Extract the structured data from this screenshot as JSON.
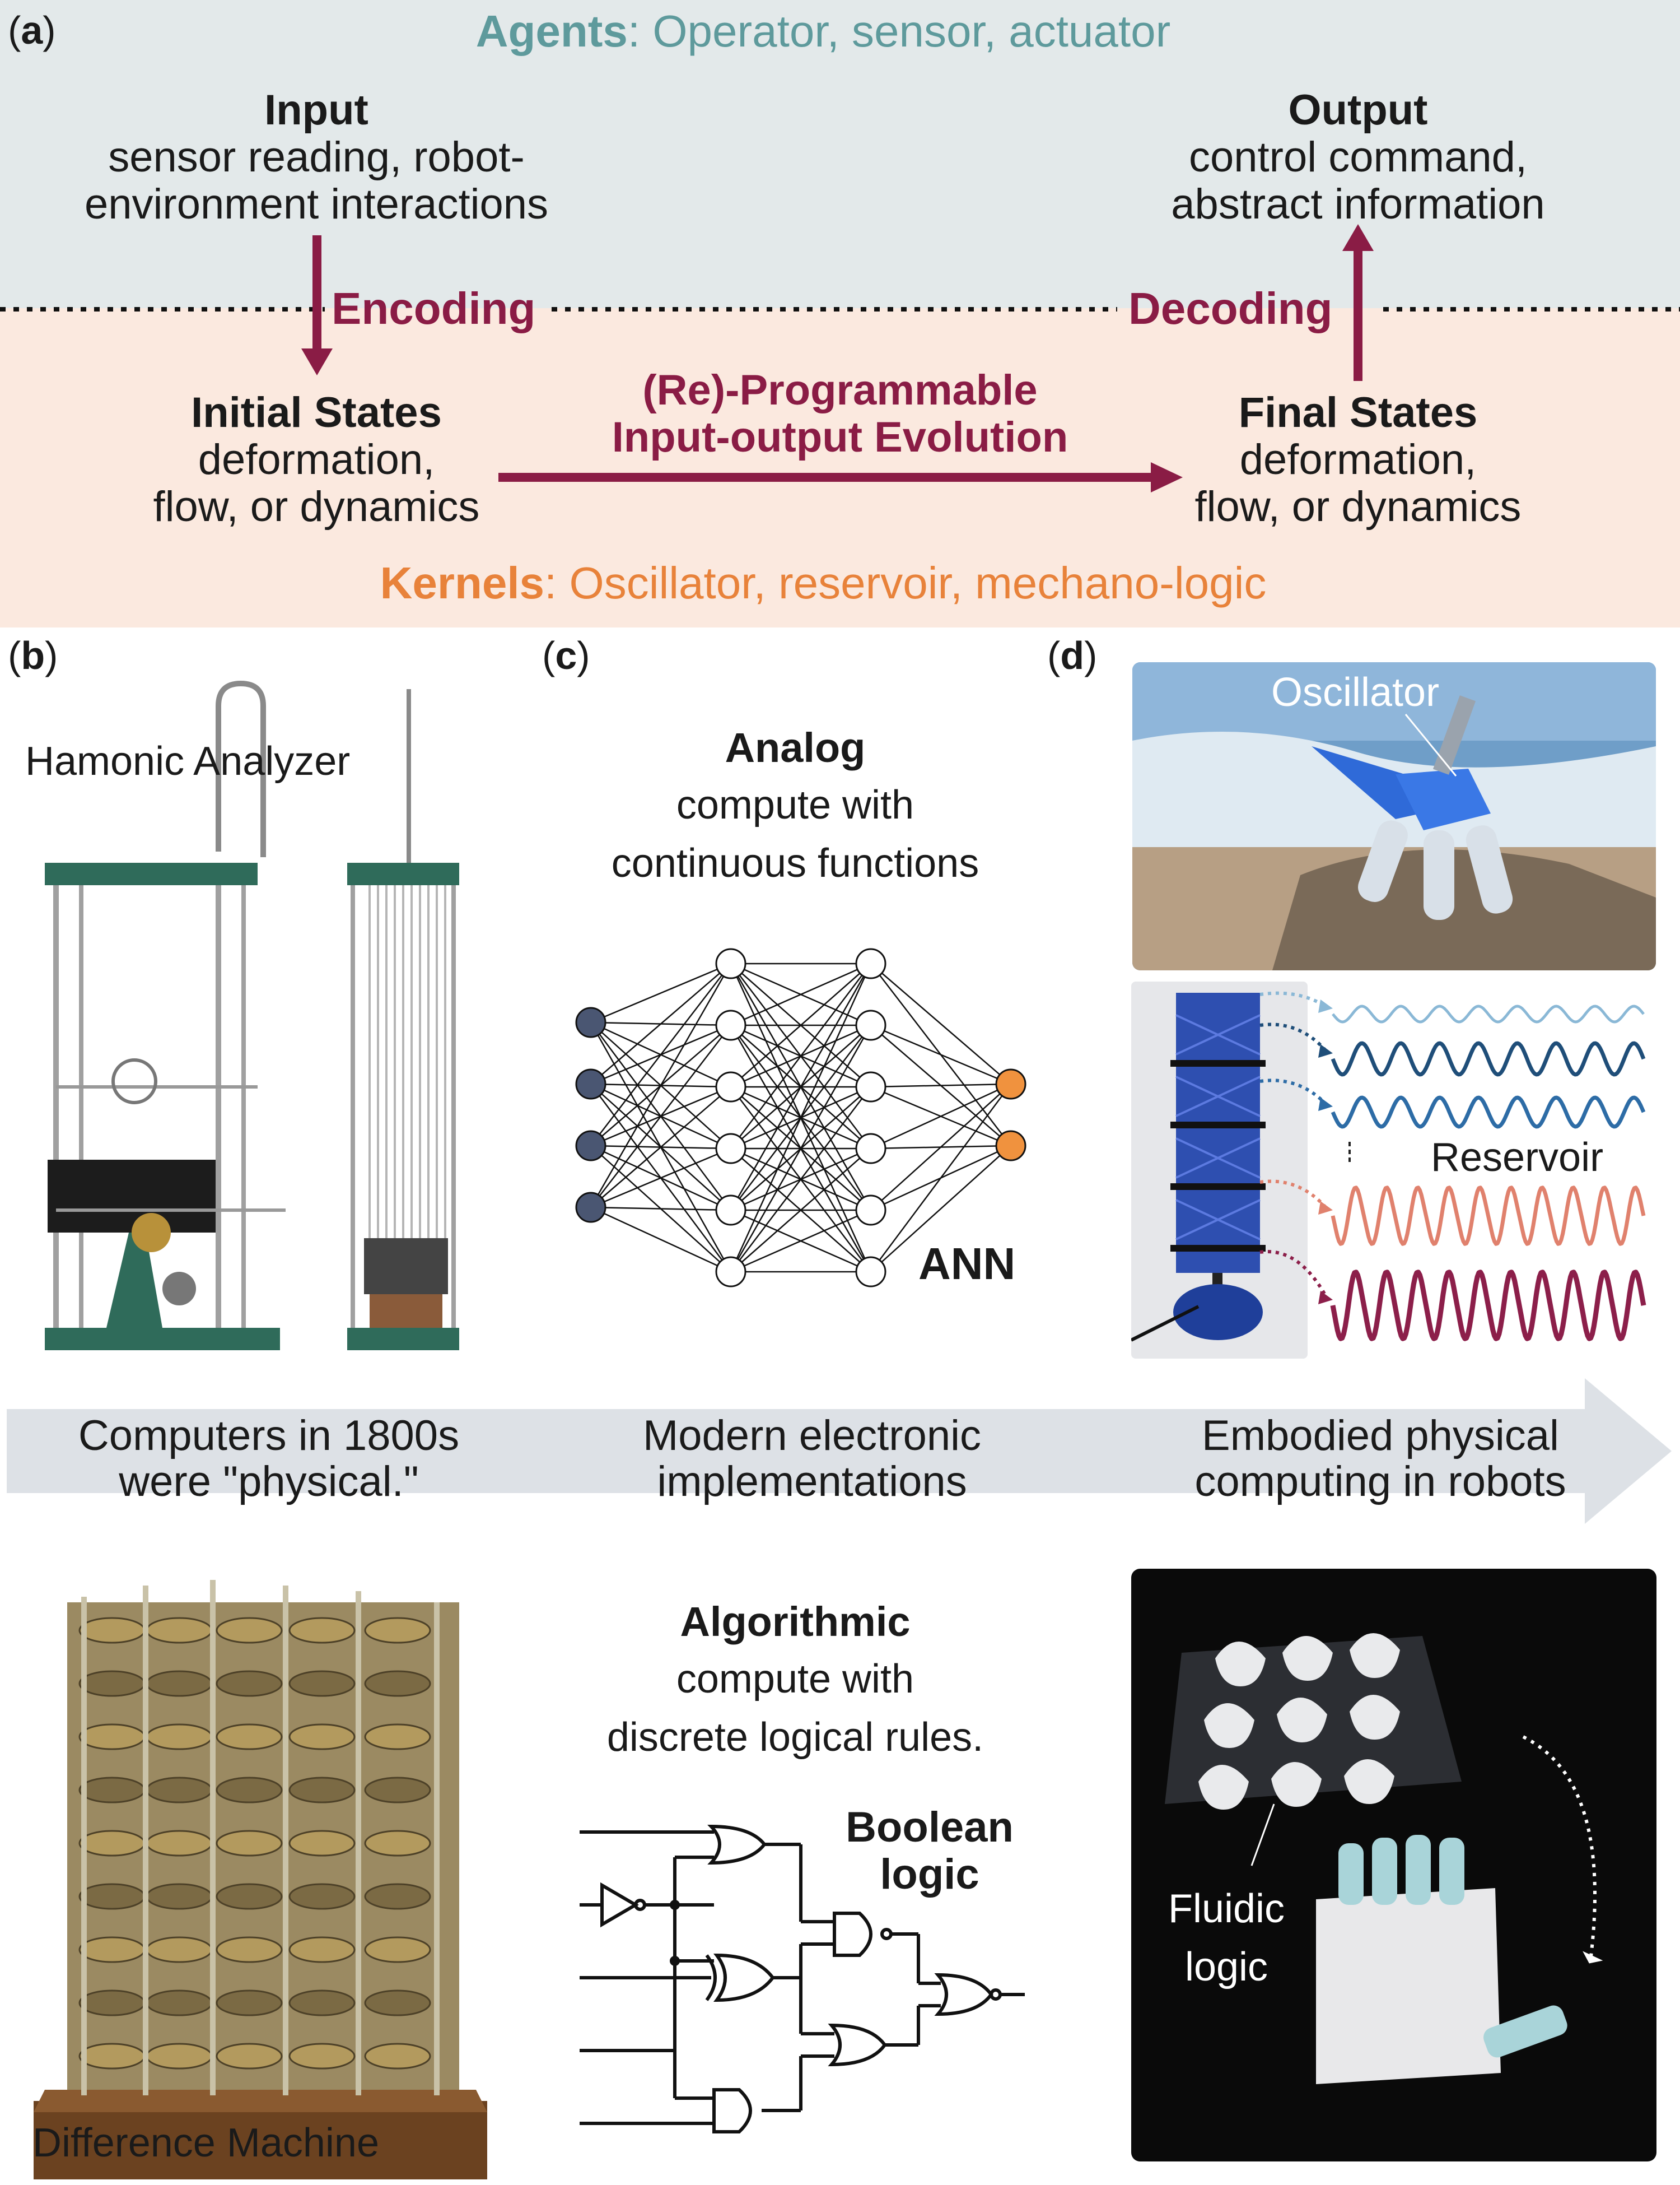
{
  "panel_a": {
    "letter": "a",
    "agents_bold": "Agents",
    "agents_rest": ": Operator, sensor, actuator",
    "input_title": "Input",
    "input_line1": "sensor reading, robot-",
    "input_line2": "environment interactions",
    "output_title": "Output",
    "output_line1": "control command,",
    "output_line2": "abstract information",
    "encoding": "Encoding",
    "decoding": "Decoding",
    "initial_title": "Initial States",
    "initial_line1": "deformation,",
    "initial_line2": "flow, or dynamics",
    "final_title": "Final States",
    "final_line1": "deformation,",
    "final_line2": "flow, or dynamics",
    "evolution_line1": "(Re)-Programmable",
    "evolution_line2": "Input-output Evolution",
    "kernels_bold": "Kernels",
    "kernels_rest": ": Oscillator, reservoir, mechano-logic",
    "colors": {
      "agents_bg": "#e3e9ea",
      "kernels_bg": "#fbe9df",
      "agents_text": "#5e9a9c",
      "kernels_text": "#e8823a",
      "arrow": "#8a1c45"
    }
  },
  "panel_b": {
    "letter": "b",
    "harmonic_label": "Hamonic Analyzer",
    "difference_label": "Difference Machine"
  },
  "panel_c": {
    "letter": "c",
    "analog_title": "Analog",
    "analog_line1": "compute with",
    "analog_line2": "continuous functions",
    "ann_label": "ANN",
    "algorithmic_title": "Algorithmic",
    "algorithmic_line1": "compute with",
    "algorithmic_line2": "discrete logical rules.",
    "boolean_line1": "Boolean",
    "boolean_line2": "logic",
    "colors": {
      "input_node": "#4a5672",
      "output_node": "#f0923e"
    }
  },
  "panel_d": {
    "letter": "d",
    "oscillator_label": "Oscillator",
    "reservoir_label": "Reservoir",
    "fluidic_line1": "Fluidic",
    "fluidic_line2": "logic",
    "wave_colors": [
      "#8ab8d6",
      "#1f4e79",
      "#2d6ca6",
      "#e0816d",
      "#8c1f4a"
    ]
  },
  "timeline": {
    "item1_line1": "Computers in 1800s",
    "item1_line2": "were \"physical.\"",
    "item2_line1": "Modern electronic",
    "item2_line2": "implementations",
    "item3_line1": "Embodied physical",
    "item3_line2": "computing in robots",
    "arrow_color": "#dde1e6"
  }
}
